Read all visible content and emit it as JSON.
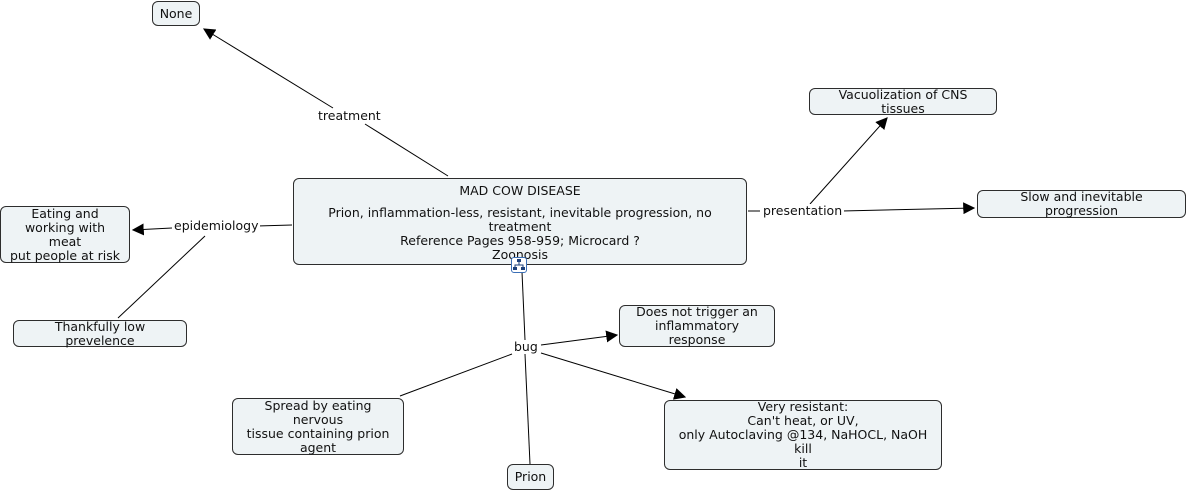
{
  "center": {
    "title": "MAD COW DISEASE",
    "line1": "Prion, inflammation-less, resistant, inevitable progression, no treatment",
    "line2": "Reference Pages 958-959; Microcard ?",
    "line3": "Zoonosis",
    "icon": "concept-map-icon"
  },
  "links": {
    "treatment": "treatment",
    "epidemiology": "epidemiology",
    "presentation": "presentation",
    "bug": "bug"
  },
  "nodes": {
    "none": "None",
    "eating": [
      "Eating and",
      "working with meat",
      "put people at risk"
    ],
    "thankfully": "Thankfully low prevelence",
    "vacuolization": "Vacuolization of CNS tissues",
    "slow": "Slow and inevitable progression",
    "inflammatory": [
      "Does not trigger an",
      "inflammatory response"
    ],
    "spread": [
      "Spread by eating nervous",
      "tissue containing prion",
      "agent"
    ],
    "prion": "Prion",
    "resistant": [
      "Very resistant:",
      "Can't heat, or UV,",
      "only Autoclaving @134, NaHOCL, NaOH kill",
      "it"
    ]
  }
}
